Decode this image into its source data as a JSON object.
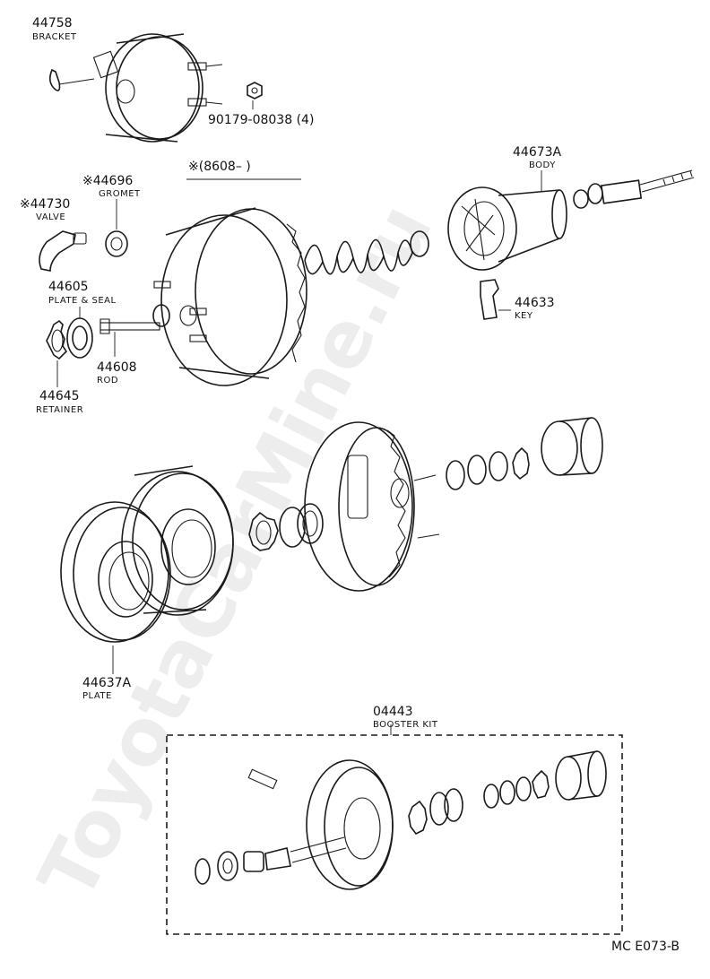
{
  "watermark": "ToyotaCarMine.ru",
  "serial_range": "※(8608–          )",
  "footer": "MC  E073-B",
  "parts": {
    "bracket": {
      "number": "44758",
      "name": "BRACKET"
    },
    "nut": {
      "number": "90179-08038 (4)"
    },
    "grommet": {
      "number": "※44696",
      "name": "GROMET"
    },
    "valve": {
      "number": "※44730",
      "name": "VALVE"
    },
    "body": {
      "number": "44673A",
      "name": "BODY"
    },
    "plate_seal": {
      "number": "44605",
      "name": "PLATE & SEAL"
    },
    "rod": {
      "number": "44608",
      "name": "ROD"
    },
    "key": {
      "number": "44633",
      "name": "KEY"
    },
    "retainer": {
      "number": "44645",
      "name": "RETAINER"
    },
    "plate": {
      "number": "44637A",
      "name": "PLATE"
    },
    "booster_kit": {
      "number": "04443",
      "name": "BOOSTER KIT"
    }
  }
}
